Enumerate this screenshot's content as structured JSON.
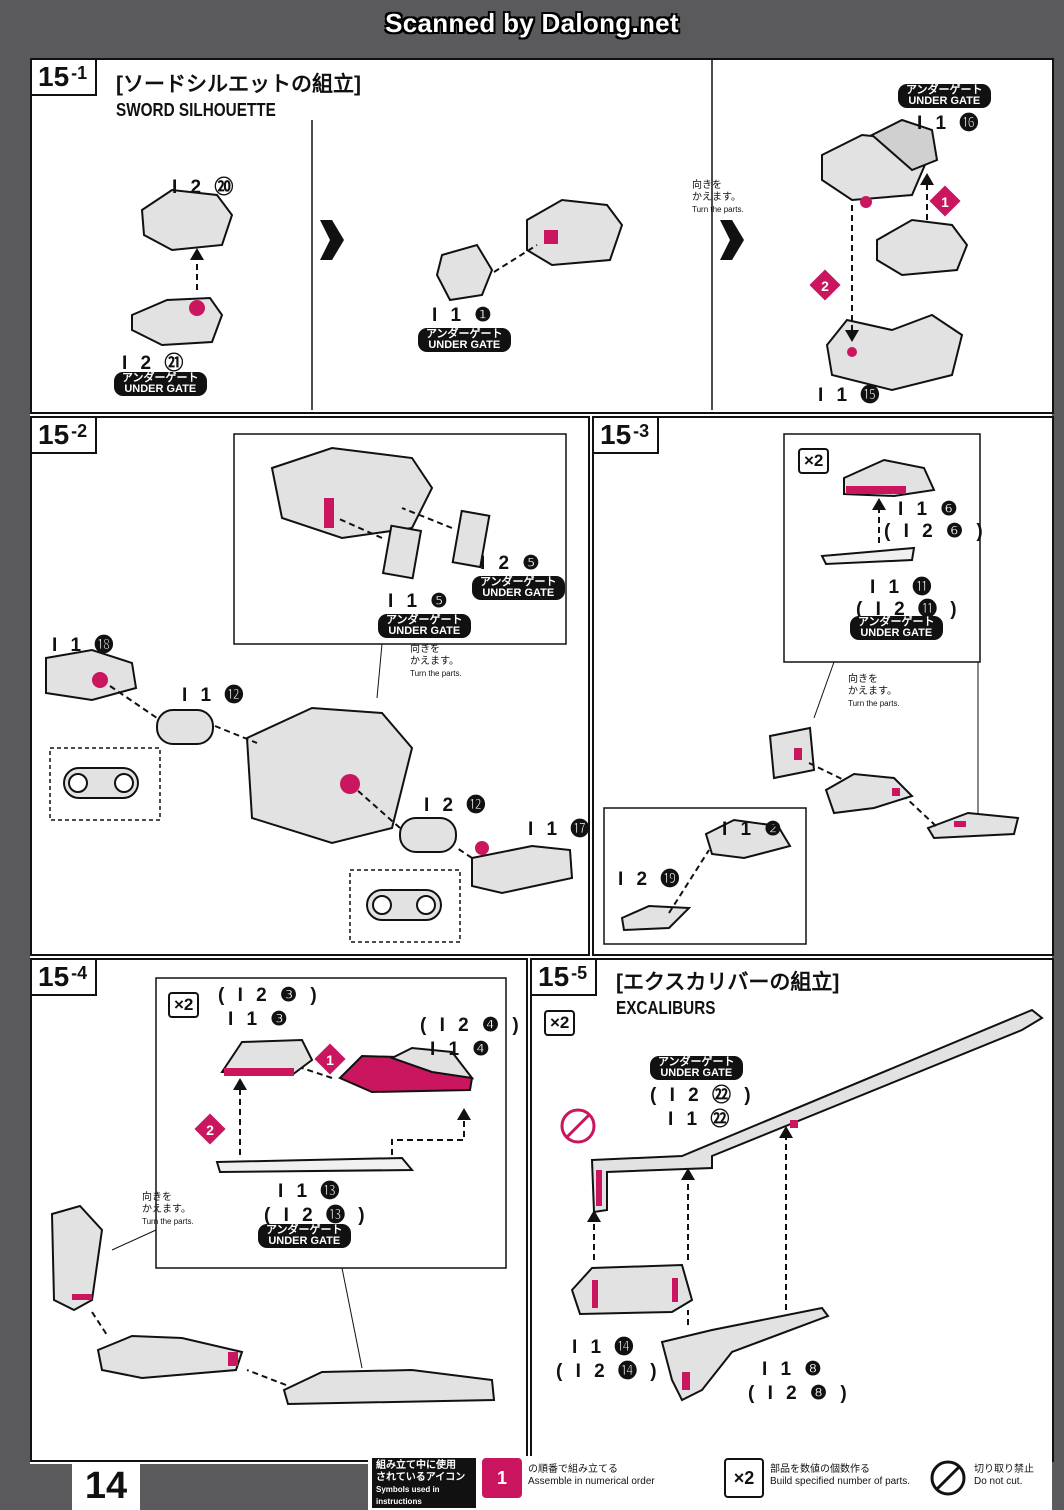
{
  "watermark": "Scanned by Dalong.net",
  "page_number": "14",
  "colors": {
    "accent": "#c9165e",
    "ink": "#111111",
    "part": "#d9d9d9"
  },
  "s151": {
    "step": "15",
    "sub": "-1",
    "jp": "[ソードシルエットの組立]",
    "en": "SWORD SILHOUETTE",
    "l1": "I 2 ⑳",
    "l2": "I 2 ㉑",
    "l3": "I 1 ❶",
    "l4": "I 1 ⓰",
    "l5": "I 1 ⓯",
    "note_jp1": "向きを",
    "note_jp2": "かえます。",
    "note_en": "Turn the parts.",
    "ug_jp": "アンダーゲート",
    "ug_en": "UNDER GATE",
    "n1": "1",
    "n2": "2"
  },
  "s152": {
    "step": "15",
    "sub": "-2",
    "l1": "I 1 ⓲",
    "l2": "I 1 ⓬",
    "l3": "I 2 ❺",
    "l4": "I 1 ❺",
    "l5": "I 2 ⓬",
    "l6": "I 1 ⓱",
    "note_jp1": "向きを",
    "note_jp2": "かえます。",
    "note_en": "Turn the parts.",
    "ug_jp": "アンダーゲート",
    "ug_en": "UNDER GATE"
  },
  "s153": {
    "step": "15",
    "sub": "-3",
    "mult": "×2",
    "l1": "I 1 ❻",
    "l1b": "( I 2 ❻ )",
    "l2": "I 1 ⓫",
    "l2b": "( I 2 ⓫ )",
    "l3": "I 1 ❷",
    "l4": "I 2 ⓳",
    "note_jp1": "向きを",
    "note_jp2": "かえます。",
    "note_en": "Turn the parts.",
    "ug_jp": "アンダーゲート",
    "ug_en": "UNDER GATE"
  },
  "s154": {
    "step": "15",
    "sub": "-4",
    "mult": "×2",
    "l1a": "( I 2 ❸ )",
    "l1": "I 1 ❸",
    "l2a": "( I 2 ❹ )",
    "l2": "I 1 ❹",
    "l3": "I 1 ⓭",
    "l3b": "( I 2 ⓭ )",
    "note_jp1": "向きを",
    "note_jp2": "かえます。",
    "note_en": "Turn the parts.",
    "ug_jp": "アンダーゲート",
    "ug_en": "UNDER GATE",
    "n1": "1",
    "n2": "2"
  },
  "s155": {
    "step": "15",
    "sub": "-5",
    "mult": "×2",
    "jp": "[エクスカリバーの組立]",
    "en": "EXCALIBURS",
    "ug_jp": "アンダーゲート",
    "ug_en": "UNDER GATE",
    "l1a": "( I 2 ㉒ )",
    "l1": "I 1 ㉒",
    "l2": "I 1 ⓮",
    "l2b": "( I 2 ⓮ )",
    "l3": "I 1 ❽",
    "l3b": "( I 2 ❽ )"
  },
  "legend": {
    "title1": "組み立て中に使用",
    "title2": "されているアイコン",
    "title_en": "Symbols used in instructions",
    "num_icon": "1",
    "num_jp": "の順番で組み立てる",
    "num_en": "Assemble in numerical order",
    "mult_icon": "×2",
    "mult_jp": "部品を数値の個数作る",
    "mult_en": "Build specified number of parts.",
    "cut_jp": "切り取り禁止",
    "cut_en": "Do not cut."
  }
}
